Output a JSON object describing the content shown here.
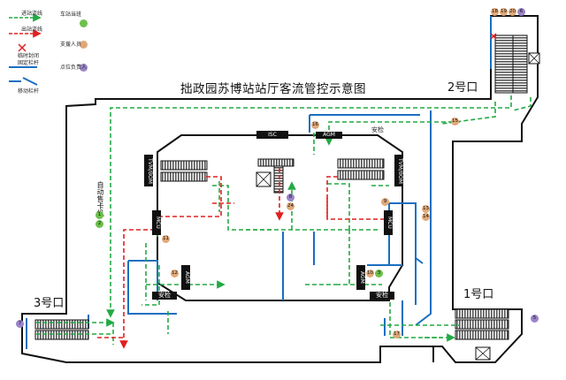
{
  "title": "拙政园苏博站站厅客流管控示意图",
  "legend": {
    "in_flow": "进站流线",
    "out_flow": "出站流线",
    "temp_closed": "临时封闭",
    "fixed_rail": "固定栏杆",
    "movable_rail": "移动栏杆",
    "station_duty": "车站当班",
    "support_staff": "支援人员",
    "point_leader": "点位负责人"
  },
  "exits": {
    "exit1": "1号口",
    "exit2": "2号口",
    "exit3": "3号口"
  },
  "equipment": {
    "isc": "ISC",
    "agm_top": "AGM",
    "security_top": "安检",
    "security_bl": "安检",
    "security_br": "安检",
    "tvm_left": "TVM/BOM",
    "tvm_right": "TVM/BOM",
    "mcu_left": "MCU",
    "mcu_right": "MCU",
    "agm_left": "AGM",
    "agm_right": "AGM",
    "ticket_machine": "自动售卡机"
  },
  "markers": {
    "m1": "1",
    "m2": "2",
    "m3": "3",
    "m5": "5",
    "m6": "6",
    "m7": "7",
    "m8": "8",
    "m9": "9",
    "m10": "10",
    "m11": "11",
    "m12": "12",
    "m13": "13",
    "m14": "14",
    "m15": "15",
    "m16": "16",
    "m17": "17",
    "m18": "18",
    "m19": "19",
    "m20": "20",
    "m24": "24"
  },
  "colors": {
    "in_flow": "#22aa44",
    "out_flow": "#e02020",
    "fixed_rail": "#1a6fc0",
    "wall": "#111111",
    "staff": "#e0a878",
    "duty": "#6cc04a",
    "leader": "#9a84c8"
  }
}
